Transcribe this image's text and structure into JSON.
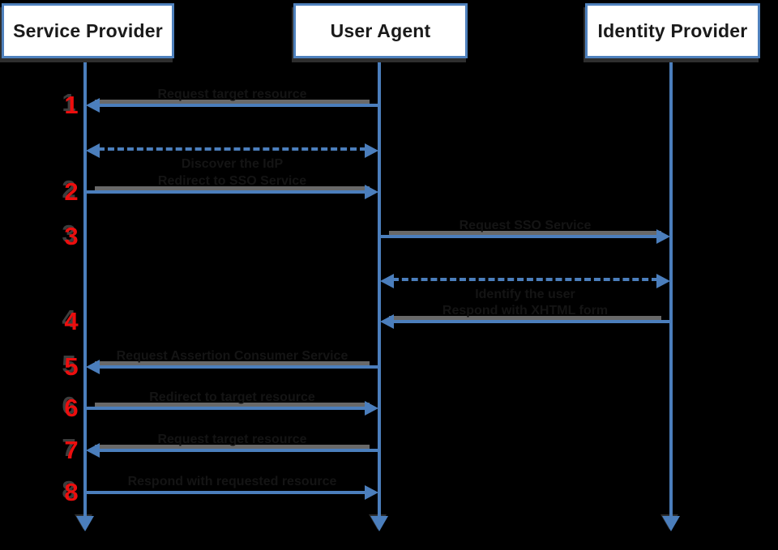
{
  "colors": {
    "background": "#000000",
    "accent_blue": "#4b7ebc",
    "box_border_blue": "#4f81bd",
    "step_number_red": "#ec0e0e",
    "arrow_shadow_gray": "#696969",
    "label_text": "#141414"
  },
  "actors": [
    {
      "label": "Service Provider"
    },
    {
      "label": "User Agent"
    },
    {
      "label": "Identity Provider"
    }
  ],
  "messages": [
    {
      "step": "1",
      "label": "Request target resource",
      "from": "User Agent",
      "to": "Service Provider",
      "style": "solid"
    },
    {
      "step": "",
      "label": "Discover the IdP",
      "from": "Service Provider",
      "to": "User Agent",
      "style": "dashed-bidirectional"
    },
    {
      "step": "2",
      "label": "Redirect to SSO Service",
      "from": "Service Provider",
      "to": "User Agent",
      "style": "solid"
    },
    {
      "step": "3",
      "label": "Request SSO Service",
      "from": "User Agent",
      "to": "Identity Provider",
      "style": "solid"
    },
    {
      "step": "",
      "label": "Identify the user",
      "from": "User Agent",
      "to": "Identity Provider",
      "style": "dashed-bidirectional"
    },
    {
      "step": "4",
      "label": "Respond with XHTML form",
      "from": "Identity Provider",
      "to": "User Agent",
      "style": "solid"
    },
    {
      "step": "5",
      "label": "Request Assertion Consumer Service",
      "from": "User Agent",
      "to": "Service Provider",
      "style": "solid"
    },
    {
      "step": "6",
      "label": "Redirect to target resource",
      "from": "Service Provider",
      "to": "User Agent",
      "style": "solid"
    },
    {
      "step": "7",
      "label": "Request target resource",
      "from": "User Agent",
      "to": "Service Provider",
      "style": "solid"
    },
    {
      "step": "8",
      "label": "Respond with requested resource",
      "from": "Service Provider",
      "to": "User Agent",
      "style": "solid"
    }
  ]
}
